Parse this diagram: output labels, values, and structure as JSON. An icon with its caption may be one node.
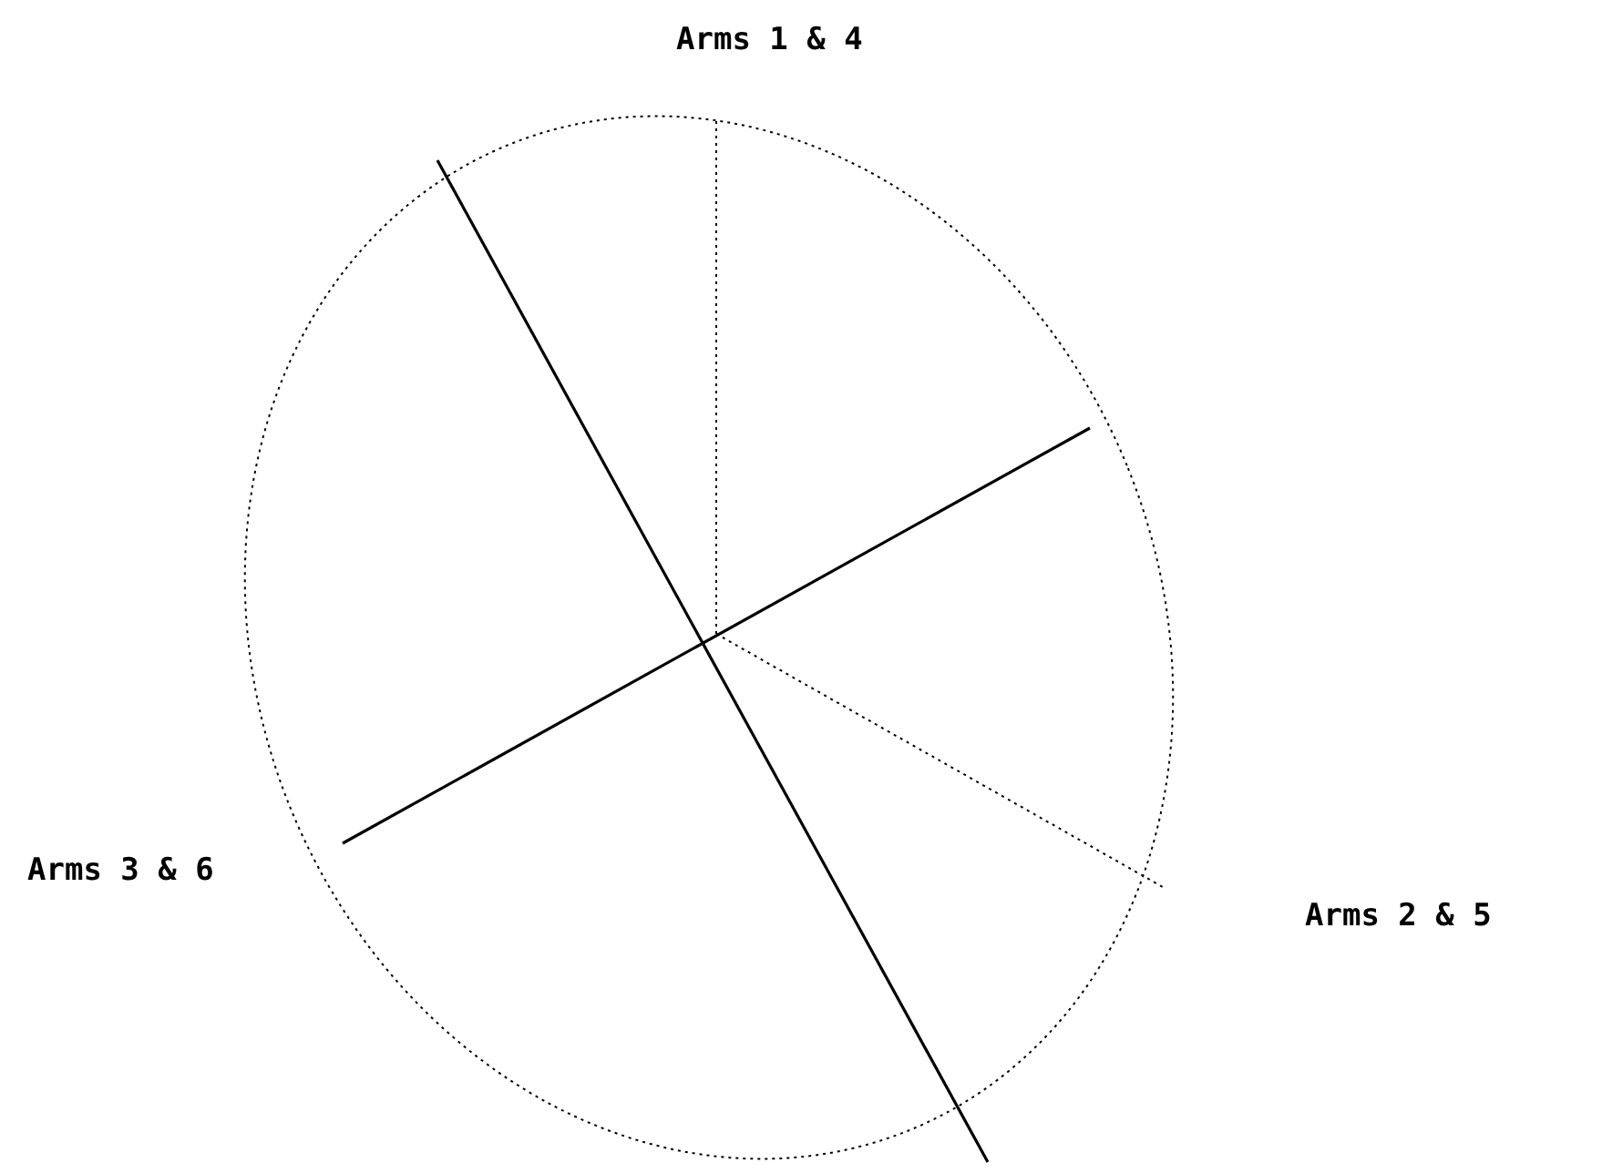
{
  "diagram": {
    "labels": [
      "Arms 1 & 4",
      "Arms 3 & 6",
      "Arms 2 & 5"
    ]
  }
}
